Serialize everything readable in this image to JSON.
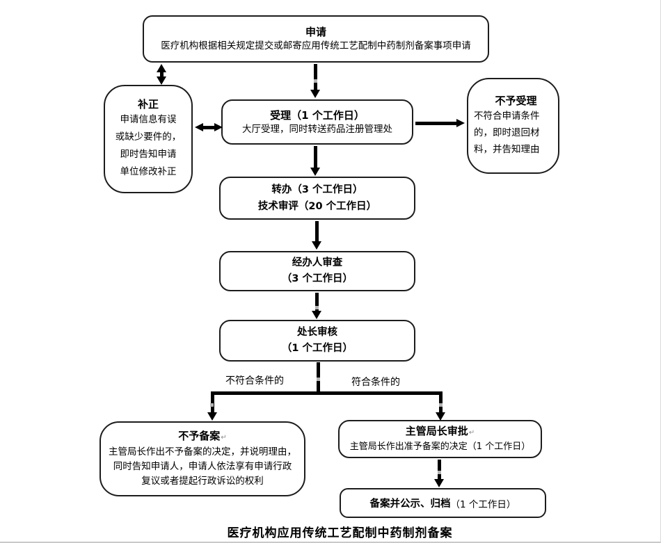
{
  "page": {
    "caption": "医疗机构应用传统工艺配制中药制剂备案"
  },
  "flowchart": {
    "paragraph_mark": "↵",
    "colors": {
      "line": "#000000",
      "border": "#1c1c1c",
      "anchor": "#b3b3b3",
      "background": "#ffffff"
    },
    "nodes": {
      "apply": {
        "title": "申请",
        "body": "医疗机构根据相关规定提交或邮寄应用传统工艺配制中药制剂备案事项申请"
      },
      "buzheng": {
        "title": "补正",
        "body": "申请信息有误\n或缺少要件的，\n即时告知申请\n单位修改补正"
      },
      "shouli": {
        "title": "受理（1 个工作日）",
        "body": "大厅受理，同时转送药品注册管理处"
      },
      "buyu_shouli": {
        "title": "不予受理",
        "body": "不符合申请条件\n的，即时退回材\n料，并告知理由"
      },
      "zhuanban": {
        "line1": "转办（3 个工作日）",
        "line2": "技术审评（20 个工作日）"
      },
      "jingban": {
        "line1": "经办人审查",
        "line2": "（3 个工作日）"
      },
      "chuzhang": {
        "line1": "处长审核",
        "line2": "（1 个工作日）"
      },
      "buyu_beian": {
        "title": "不予备案",
        "body": "主管局长作出不予备案的决定，并说明理由，\n同时告知申请人，申请人依法享有申请行政\n复议或者提起行政诉讼的权利"
      },
      "shenpi": {
        "title": "主管局长审批",
        "body": "主管局长作出准予备案的决定（1 个工作日）"
      },
      "gongshi": {
        "bold": "备案并公示、归档",
        "rest": "（1 个工作日）"
      }
    },
    "branch_labels": {
      "left": "不符合条件的",
      "right": "符合条件的"
    }
  }
}
